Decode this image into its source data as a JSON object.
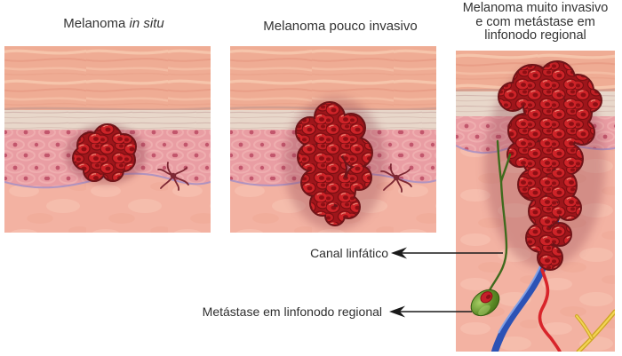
{
  "figure": {
    "panels": [
      {
        "title_prefix": "Melanoma",
        "title_italic": "in situ"
      },
      {
        "title": "Melanoma pouco invasivo"
      },
      {
        "title_lines": [
          "Melanoma muito invasivo",
          "e com metástase em",
          "linfonodo regional"
        ]
      }
    ],
    "annotations": [
      {
        "label": "Canal linfático"
      },
      {
        "label": "Metástase em linfonodo regional"
      }
    ],
    "colors": {
      "tumor_red": "#c32127",
      "lymph_vessel_green": "#3f6a1d",
      "lymph_node_green": "#5d8c28",
      "vein_blue": "#2c52b5",
      "artery_red": "#d8242a",
      "nerve_yellow": "#f2d655",
      "skin_surface": "#efac94",
      "epidermis_pink": "#e99da3",
      "dermis_pink": "#f3b2a2",
      "label_text": "#2e2e2e"
    }
  }
}
